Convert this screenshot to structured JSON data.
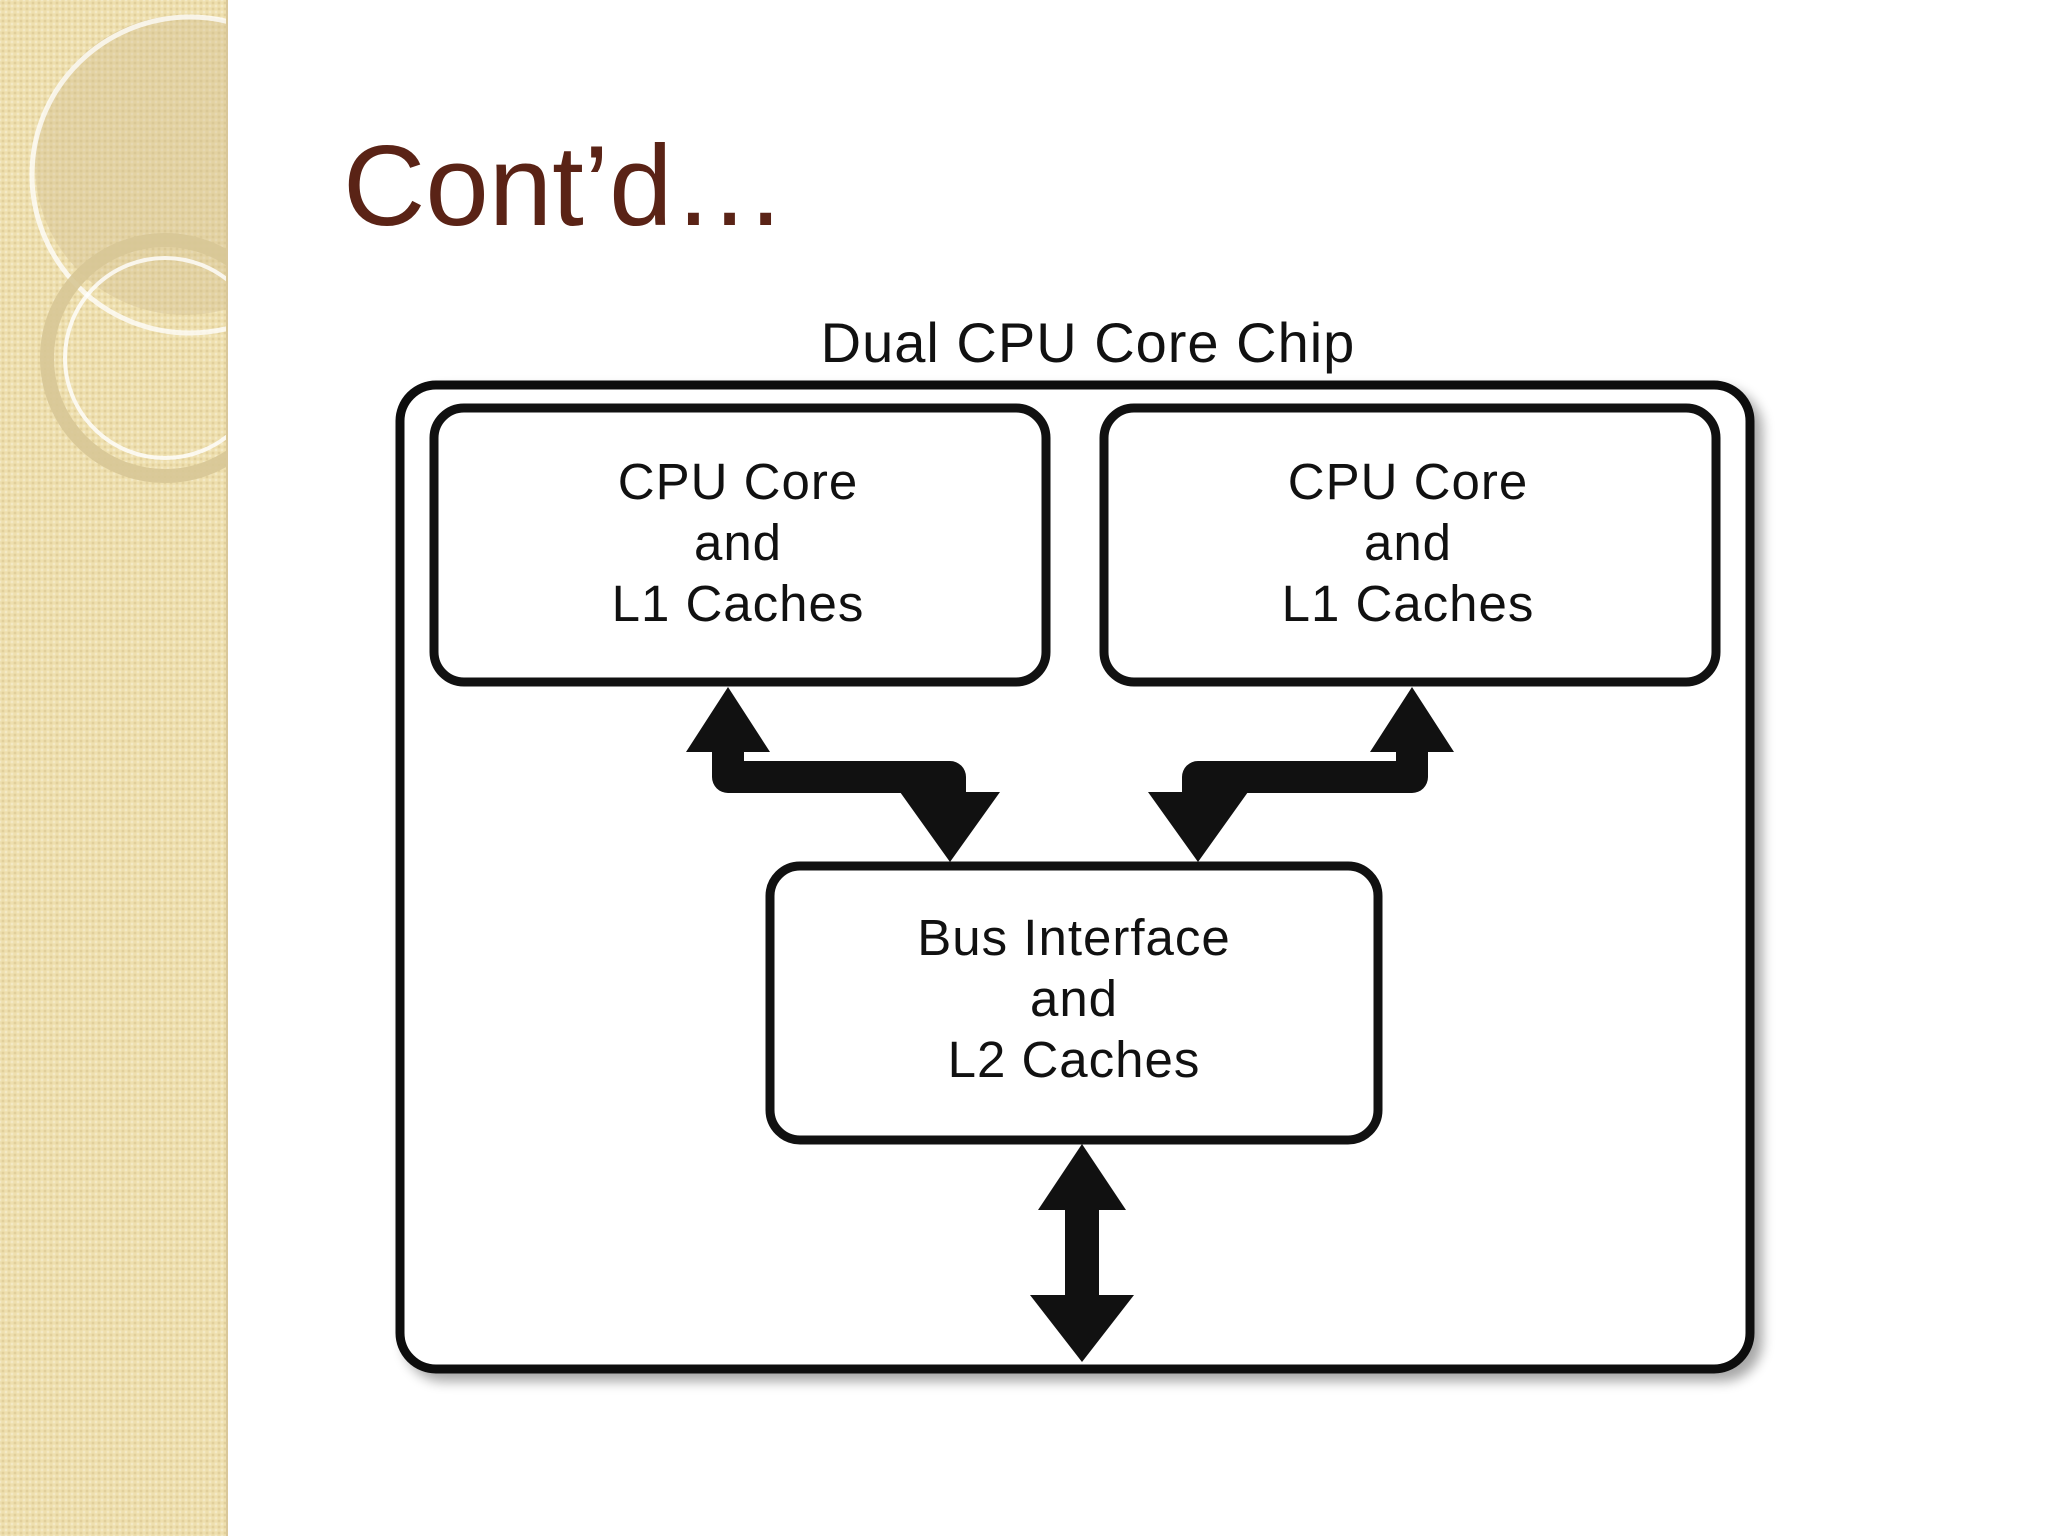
{
  "slide": {
    "title": "Cont’d…"
  },
  "diagram": {
    "caption": "Dual CPU Core Chip",
    "core_left": {
      "line1": "CPU Core",
      "line2": "and",
      "line3": "L1 Caches"
    },
    "core_right": {
      "line1": "CPU Core",
      "line2": "and",
      "line3": "L1 Caches"
    },
    "bus": {
      "line1": "Bus Interface",
      "line2": "and",
      "line3": "L2 Caches"
    }
  },
  "colors": {
    "title": "#5a2316",
    "side_panel": "#eedfae",
    "diagram_stroke": "#111111"
  }
}
